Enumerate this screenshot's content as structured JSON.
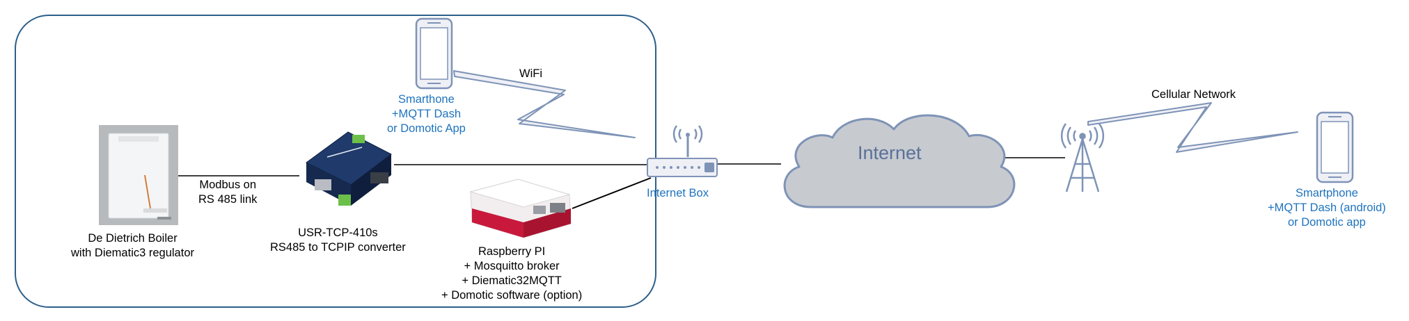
{
  "colors": {
    "frame": "#2b5f8a",
    "device_fill": "#eef0f6",
    "device_stroke": "#7e93b6",
    "cloud_fill": "#c7cacf",
    "cloud_stroke": "#7e93b6",
    "link_text": "#1e73be",
    "cloud_text": "#5a7199"
  },
  "icons": {
    "boiler": "boiler-image",
    "converter": "rs485-converter-image",
    "raspberry": "raspberry-pi-image",
    "router": "router-icon",
    "antenna": "cell-tower-icon",
    "phone": "smartphone-icon",
    "cloud": "cloud-icon",
    "wireless": "lightning-link-icon"
  },
  "labels": {
    "wifi": "WiFi",
    "cellular": "Cellular Network",
    "modbus": [
      "Modbus on",
      "RS 485 link"
    ],
    "internet_cloud": "Internet",
    "internet_box": "Internet Box",
    "boiler": [
      "De Dietrich Boiler",
      "with Diematic3 regulator"
    ],
    "converter": [
      "USR-TCP-410s",
      "RS485 to TCPIP converter"
    ],
    "raspberry": [
      "Raspberry PI",
      "+ Mosquitto broker",
      "+ Diematic32MQTT",
      "+ Domotic software (option)"
    ],
    "local_phone": [
      "Smarthone",
      "+MQTT Dash",
      "or Domotic App"
    ],
    "remote_phone": [
      "Smartphone",
      "+MQTT Dash (android)",
      "or Domotic app"
    ]
  }
}
